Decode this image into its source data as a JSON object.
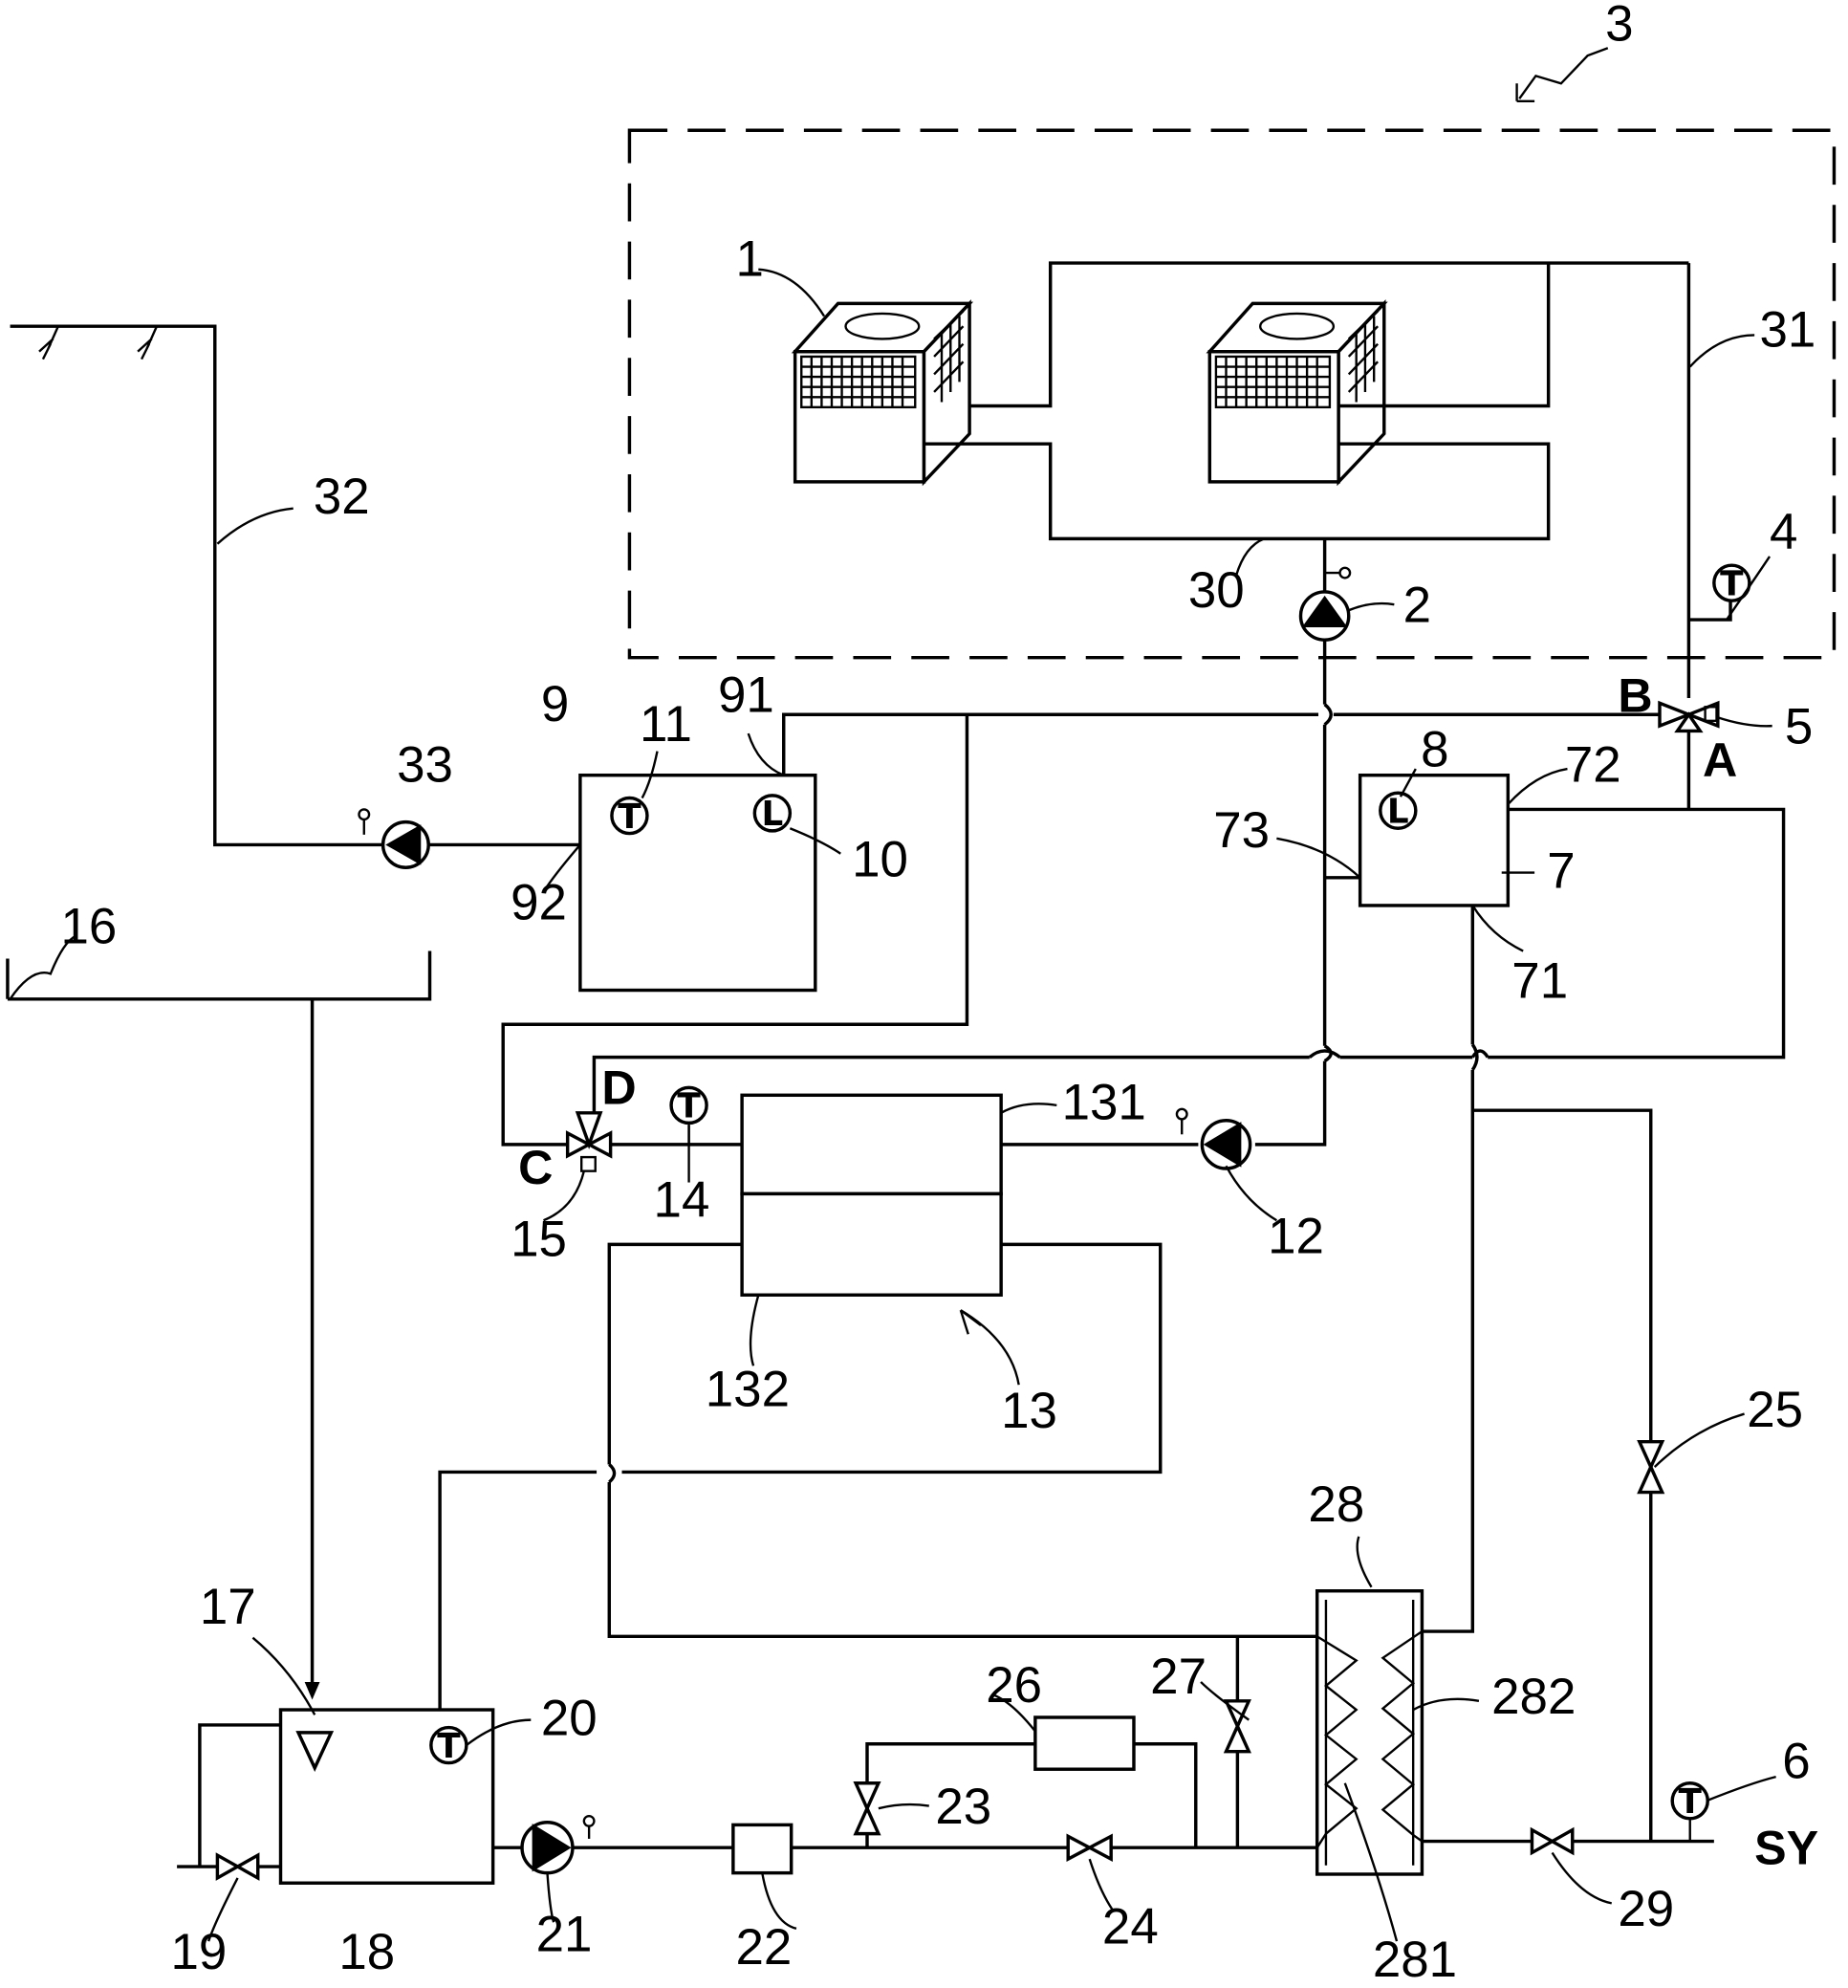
{
  "labels": {
    "system_3": "3",
    "unit_1": "1",
    "pump_2": "2",
    "pipe_30": "30",
    "pipe_31": "31",
    "pipe_32": "32",
    "sensor_4": "4",
    "valve_5": "5",
    "sensor_6": "6",
    "tank_7": "7",
    "port_71": "71",
    "port_72": "72",
    "port_73": "73",
    "level_8": "8",
    "tank_9": "9",
    "port_91": "91",
    "port_92": "92",
    "level_10": "10",
    "temp_11": "11",
    "pump_12": "12",
    "hx_13": "13",
    "hx_131": "131",
    "hx_132": "132",
    "temp_14": "14",
    "valve_15": "15",
    "basin_16": "16",
    "inlet_17": "17",
    "tank_18": "18",
    "valve_19": "19",
    "temp_20": "20",
    "pump_21": "21",
    "filter_22": "22",
    "valve_23": "23",
    "valve_24": "24",
    "valve_25": "25",
    "device_26": "26",
    "valve_27": "27",
    "hx_28": "28",
    "coil_281": "281",
    "coil_282": "282",
    "valve_29": "29",
    "pump_33": "33",
    "port_A": "A",
    "port_B": "B",
    "port_C": "C",
    "port_D": "D",
    "outlet_SY": "SY"
  },
  "symbols": {
    "temperature": "T",
    "level": "L"
  }
}
